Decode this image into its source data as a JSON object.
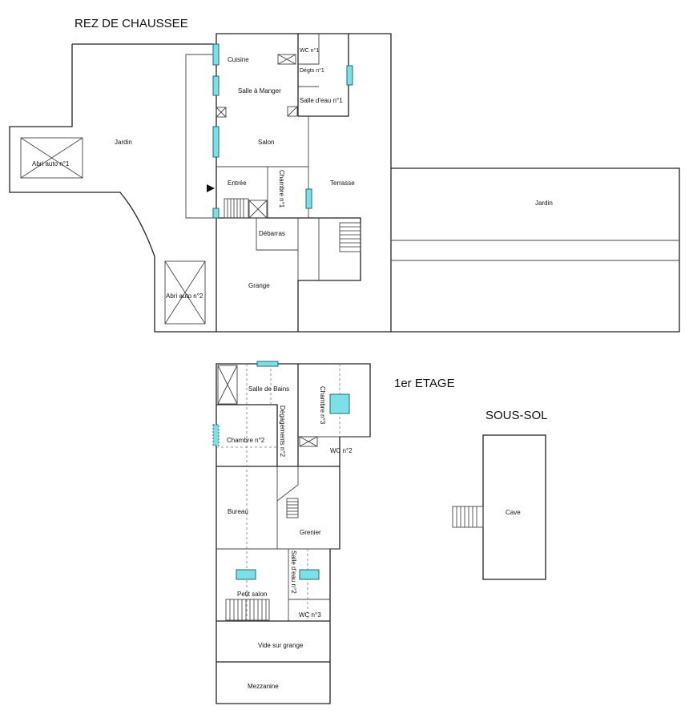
{
  "floors": {
    "ground": "REZ DE CHAUSSEE",
    "first": "1er ETAGE",
    "basement": "SOUS-SOL"
  },
  "rooms": {
    "cuisine": "Cuisine",
    "wc1": "WC n°1",
    "degts1": "Dégts n°1",
    "salle_manger": "Salle à Manger",
    "salle_eau1": "Salle d'eau n°1",
    "jardin_left": "Jardin",
    "abri1": "Abri auto n°1",
    "salon": "Salon",
    "entree": "Entrée",
    "chambre1": "Chambre n°1",
    "terrasse": "Terrasse",
    "jardin_right": "Jardin",
    "debarras": "Débarras",
    "grange": "Grange",
    "abri2": "Abri auto n°2",
    "salle_bains": "Salle de Bains",
    "chambre3": "Chambre n°3",
    "degagements2": "Dégagements n°2",
    "chambre2": "Chambre n°2",
    "wc2": "WC n°2",
    "bureau": "Bureau",
    "grenier": "Grenier",
    "salle_eau2": "Salle d'eau n°2",
    "petit_salon": "Petit salon",
    "wc3": "WC n°3",
    "vide_grange": "Vide sur grange",
    "mezzanine": "Mezzanine",
    "cave": "Cave"
  }
}
